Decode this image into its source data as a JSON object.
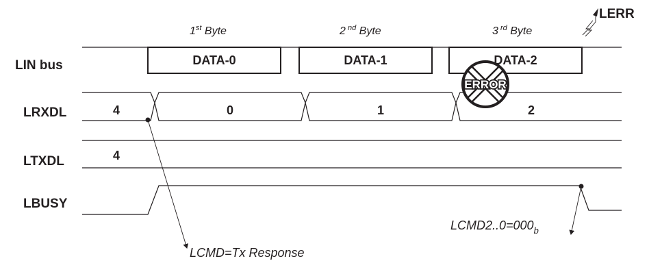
{
  "signals": {
    "lin_bus": "LIN  bus",
    "lrxdl": "LRXDL",
    "ltxdl": "LTXDL",
    "lbusy": "LBUSY"
  },
  "byte_headers": {
    "b1_num": "1",
    "b1_sup": "st",
    "b1_word": " Byte",
    "b2_num": "2",
    "b2_sup": " nd",
    "b2_word": " Byte",
    "b3_num": "3",
    "b3_sup": " rd",
    "b3_word": " Byte"
  },
  "data_boxes": [
    "DATA-0",
    "DATA-1",
    "DATA-2"
  ],
  "lrxdl_values": [
    "4",
    "0",
    "1",
    "2"
  ],
  "ltxdl_value": "4",
  "error_label": "ERROR",
  "lerr_label": "LERR",
  "annotations": {
    "lcmd_tx_prefix": "LCMD=Tx Response",
    "lcmd2_main": "LCMD2..0=000",
    "lcmd2_sub": "b"
  }
}
